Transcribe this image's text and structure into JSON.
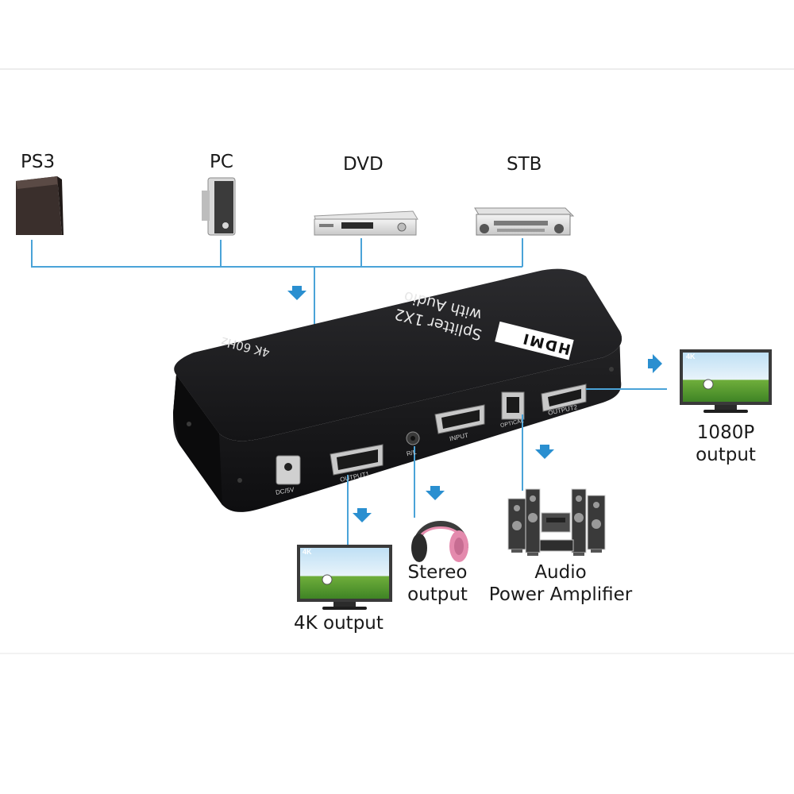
{
  "sources": [
    {
      "label": "PS3"
    },
    {
      "label": "PC"
    },
    {
      "label": "DVD"
    },
    {
      "label": "STB"
    }
  ],
  "device": {
    "brand": "HDMI",
    "model_line1": "Splitter 1X2",
    "model_line2": "with Audio",
    "spec": "4K 60Hz",
    "ports": {
      "dc": "DC/5V",
      "output1": "OUTPUT1",
      "rl": "R/L",
      "input": "INPUT",
      "optical": "OPTICAL",
      "output2": "OUTPUT2"
    }
  },
  "outputs": {
    "tv_4k": {
      "label": "4K output",
      "screen_tag": "4K"
    },
    "stereo": {
      "line1": "Stereo",
      "line2": "output"
    },
    "amplifier": {
      "line1": "Audio",
      "line2": "Power Amplifier"
    },
    "tv_1080p": {
      "line1": "1080P",
      "line2": "output",
      "screen_tag": "4K"
    }
  },
  "colors": {
    "connector": "#4aa3d8",
    "arrow": "#2a8fd0",
    "device_body": "#1b1b1d"
  }
}
